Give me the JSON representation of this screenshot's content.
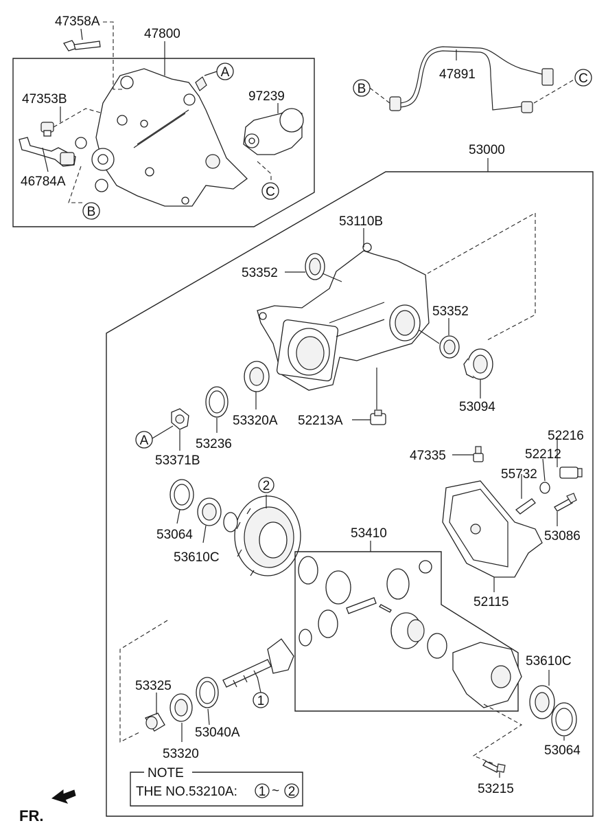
{
  "labels": {
    "p47358A": "47358A",
    "p47800": "47800",
    "p47353B": "47353B",
    "p97239": "97239",
    "p46784A": "46784A",
    "p47891": "47891",
    "p53000": "53000",
    "p53110B": "53110B",
    "p53352a": "53352",
    "p53352b": "53352",
    "p53094": "53094",
    "p53320A": "53320A",
    "p52213A": "52213A",
    "p53236": "53236",
    "p53371B": "53371B",
    "p47335": "47335",
    "p52216": "52216",
    "p52212": "52212",
    "p55732": "55732",
    "p53086": "53086",
    "p52115": "52115",
    "p53064a": "53064",
    "p53610Ca": "53610C",
    "p53410": "53410",
    "p53610Cb": "53610C",
    "p53064b": "53064",
    "p53325": "53325",
    "p53320": "53320",
    "p53040A": "53040A",
    "p53215": "53215"
  },
  "callouts": {
    "a1": "A",
    "a2": "A",
    "b1": "B",
    "b2": "B",
    "c1": "C",
    "c2": "C",
    "n1": "1",
    "n2": "2"
  },
  "note": {
    "title": "NOTE",
    "text_prefix": "THE NO.53210A:",
    "range_from": "1",
    "range_sep": "~",
    "range_to": "2"
  },
  "fr_label": "FR."
}
